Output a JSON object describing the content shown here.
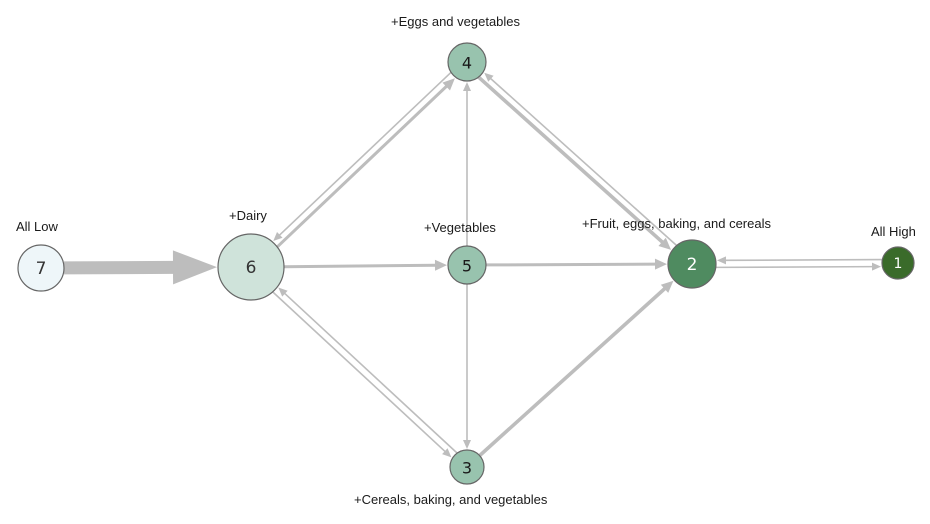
{
  "nodes": [
    {
      "id": "7",
      "number": "7",
      "label": "All Low",
      "fill": "#eef6f9",
      "text_color": "#333333"
    },
    {
      "id": "6",
      "number": "6",
      "label": "+Dairy",
      "fill": "#cfe3da",
      "text_color": "#333333"
    },
    {
      "id": "5",
      "number": "5",
      "label": "+Vegetables",
      "fill": "#98c3ae",
      "text_color": "#1a1a1a"
    },
    {
      "id": "4",
      "number": "4",
      "label": "+Eggs and vegetables",
      "fill": "#98c3ae",
      "text_color": "#1a1a1a"
    },
    {
      "id": "3",
      "number": "3",
      "label": "+Cereals, baking, and vegetables",
      "fill": "#98c3ae",
      "text_color": "#1a1a1a"
    },
    {
      "id": "2",
      "number": "2",
      "label": "+Fruit, eggs, baking, and cereals",
      "fill": "#4f8b60",
      "text_color": "#ffffff"
    },
    {
      "id": "1",
      "number": "1",
      "label": "All High",
      "fill": "#3a6b2a",
      "text_color": "#ffffff"
    }
  ],
  "edges": [
    {
      "from": "7",
      "to": "6",
      "weight": "very-heavy"
    },
    {
      "from": "6",
      "to": "5",
      "weight": "medium"
    },
    {
      "from": "5",
      "to": "2",
      "weight": "medium"
    },
    {
      "from": "6",
      "to": "4",
      "weight": "medium"
    },
    {
      "from": "4",
      "to": "6",
      "weight": "light"
    },
    {
      "from": "6",
      "to": "3",
      "weight": "light"
    },
    {
      "from": "3",
      "to": "6",
      "weight": "light"
    },
    {
      "from": "5",
      "to": "4",
      "weight": "light"
    },
    {
      "from": "5",
      "to": "3",
      "weight": "light"
    },
    {
      "from": "4",
      "to": "2",
      "weight": "heavy"
    },
    {
      "from": "2",
      "to": "4",
      "weight": "light"
    },
    {
      "from": "3",
      "to": "2",
      "weight": "heavy"
    },
    {
      "from": "2",
      "to": "1",
      "weight": "light"
    },
    {
      "from": "1",
      "to": "2",
      "weight": "light"
    }
  ],
  "colors": {
    "edge": "#bdbdbd",
    "background": "#ffffff"
  }
}
